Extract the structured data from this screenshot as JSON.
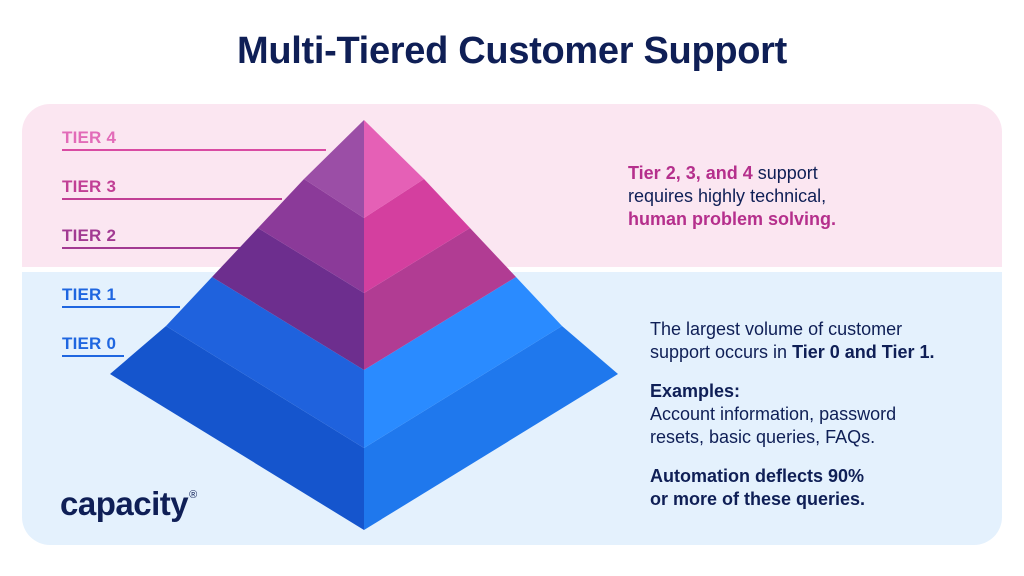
{
  "title": "Multi-Tiered Customer Support",
  "tiers": [
    "TIER 4",
    "TIER 3",
    "TIER 2",
    "TIER 1",
    "TIER 0"
  ],
  "top_text": {
    "highlight": "Tier 2, 3, and 4",
    "line1_rest": " support",
    "line2": "requires highly technical,",
    "line3": "human problem solving."
  },
  "bottom_text": {
    "line1": "The largest volume of customer",
    "line2_prefix": "support occurs in ",
    "line2_bold": "Tier 0 and Tier 1.",
    "examples_label": "Examples:",
    "examples_line1": "Account information, password",
    "examples_line2": "resets, basic queries, FAQs.",
    "automation_line1": "Automation deflects 90%",
    "automation_line2": "or more of these queries."
  },
  "logo": {
    "text": "capacity",
    "mark": "®"
  },
  "colors": {
    "title": "#0f1f56",
    "pink_panel": "#fbe6f1",
    "blue_panel": "#e4f1fd",
    "tier_pink": "#d94ba3",
    "tier_blue": "#1f66e0"
  }
}
